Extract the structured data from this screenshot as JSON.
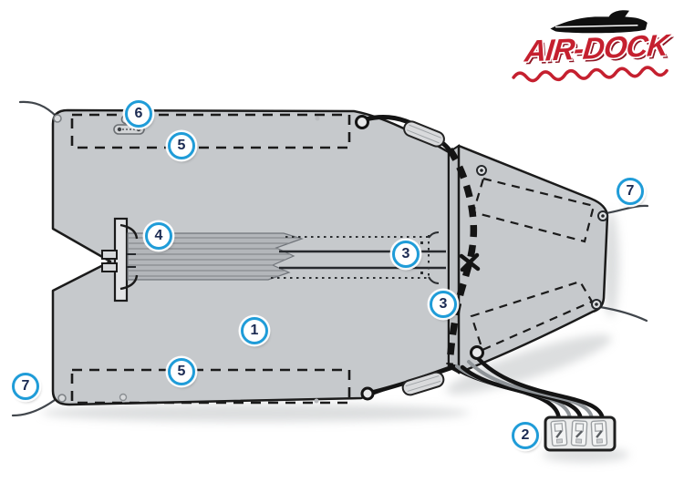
{
  "logo": {
    "brand": "AIR-DOCK",
    "brand_color": "#c5202f",
    "boat_icon": "speedboat-silhouette-icon",
    "underline_icon": "wavy-water-line"
  },
  "colors": {
    "background": "#ffffff",
    "dock_fill": "#c6c9cc",
    "dock_outline": "#1b1b1b",
    "chafe_panel_fill": "#b3b6ba",
    "hose_black": "#141414",
    "hose_gray": "#8f9498",
    "rope_gray": "#41464c",
    "callout_ring": "#1f9cd8",
    "callout_number": "#1b2a52"
  },
  "callouts": [
    {
      "label": "1"
    },
    {
      "label": "2"
    },
    {
      "label": "3"
    },
    {
      "label": "3"
    },
    {
      "label": "4"
    },
    {
      "label": "5"
    },
    {
      "label": "5"
    },
    {
      "label": "6"
    },
    {
      "label": "7"
    },
    {
      "label": "7"
    }
  ]
}
